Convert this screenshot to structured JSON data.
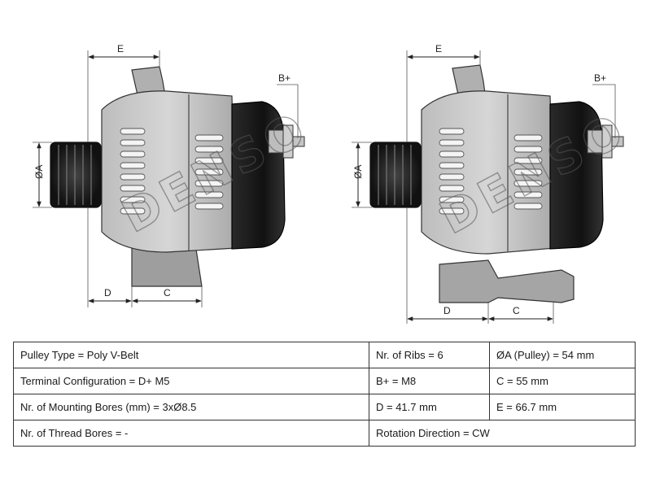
{
  "diagram": {
    "left_view": {
      "label_e": "E",
      "label_b_plus": "B+",
      "label_a": "ØA",
      "label_d": "D",
      "label_c": "C",
      "watermark": "DENSO"
    },
    "right_view": {
      "label_e": "E",
      "label_b_plus": "B+",
      "label_a": "ØA",
      "label_d": "D",
      "label_c": "C",
      "watermark": "DENSO"
    }
  },
  "specs": {
    "pulley_type": "Pulley Type = Poly V-Belt",
    "ribs": "Nr. of Ribs = 6",
    "pulley_diameter": "ØA (Pulley) = 54 mm",
    "terminal_configuration": "Terminal Configuration = D+ M5",
    "b_plus": "B+ = M8",
    "c_dim": "C = 55 mm",
    "mounting_bores": "Nr. of Mounting Bores (mm) = 3xØ8.5",
    "d_dim": "D = 41.7 mm",
    "e_dim": "E = 66.7 mm",
    "thread_bores": "Nr. of Thread Bores = -",
    "rotation": "Rotation Direction = CW"
  }
}
